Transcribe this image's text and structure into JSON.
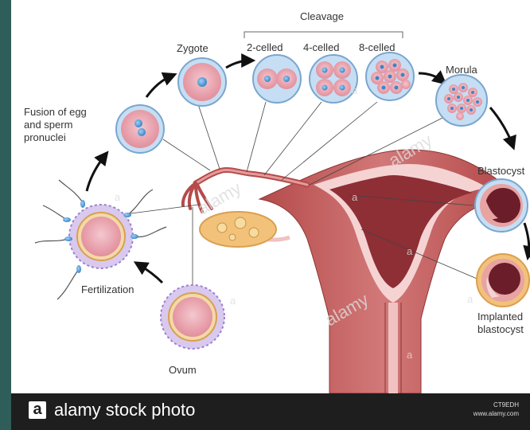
{
  "labels": {
    "cleavage": "Cleavage",
    "zygote": "Zygote",
    "two_celled": "2-celled",
    "four_celled": "4-celled",
    "eight_celled": "8-celled",
    "morula": "Morula",
    "fusion": "Fusion of egg\nand sperm\npronuclei",
    "blastocyst": "Blastocyst",
    "fertilization": "Fertilization",
    "ovum": "Ovum",
    "implanted": "Implanted\nblastocyst"
  },
  "footer": {
    "logo": "a",
    "brand": "alamy stock photo",
    "code": "CT9EDH",
    "site": "www.alamy.com"
  },
  "watermarks": [
    "a",
    "a",
    "alamy",
    "a",
    "alamy",
    "a",
    "a",
    "alamy",
    "a",
    "a"
  ]
}
